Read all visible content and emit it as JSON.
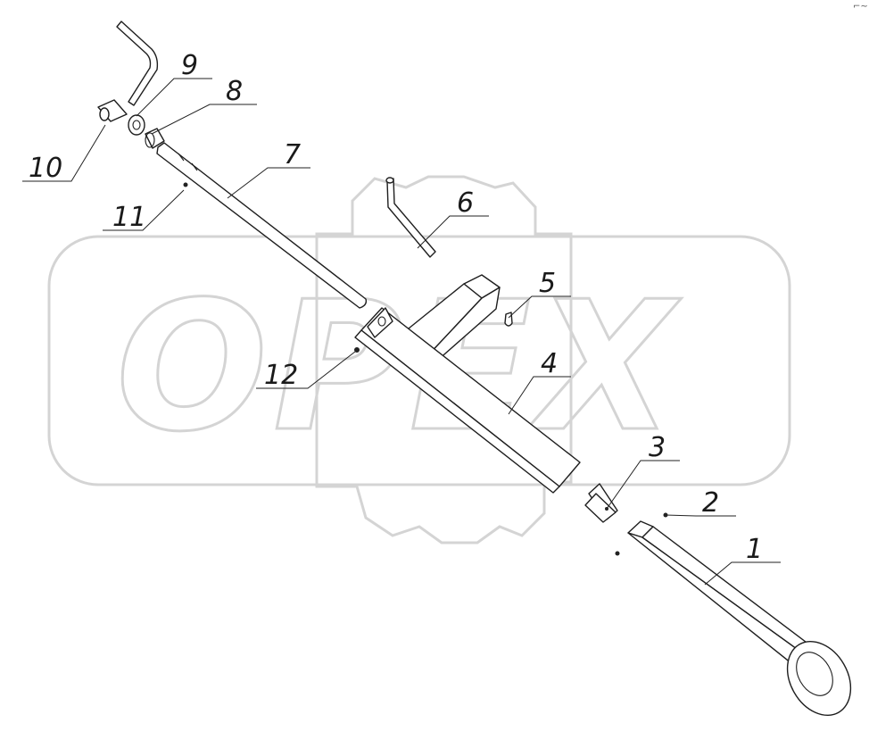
{
  "diagram": {
    "watermark": "OPEX",
    "corner_mark": "⌐~",
    "callouts": [
      {
        "id": "1",
        "label": "1"
      },
      {
        "id": "2",
        "label": "2"
      },
      {
        "id": "3",
        "label": "3"
      },
      {
        "id": "4",
        "label": "4"
      },
      {
        "id": "5",
        "label": "5"
      },
      {
        "id": "6",
        "label": "6"
      },
      {
        "id": "7",
        "label": "7"
      },
      {
        "id": "8",
        "label": "8"
      },
      {
        "id": "9",
        "label": "9"
      },
      {
        "id": "10",
        "label": "10"
      },
      {
        "id": "11",
        "label": "11"
      },
      {
        "id": "12",
        "label": "12"
      }
    ]
  }
}
